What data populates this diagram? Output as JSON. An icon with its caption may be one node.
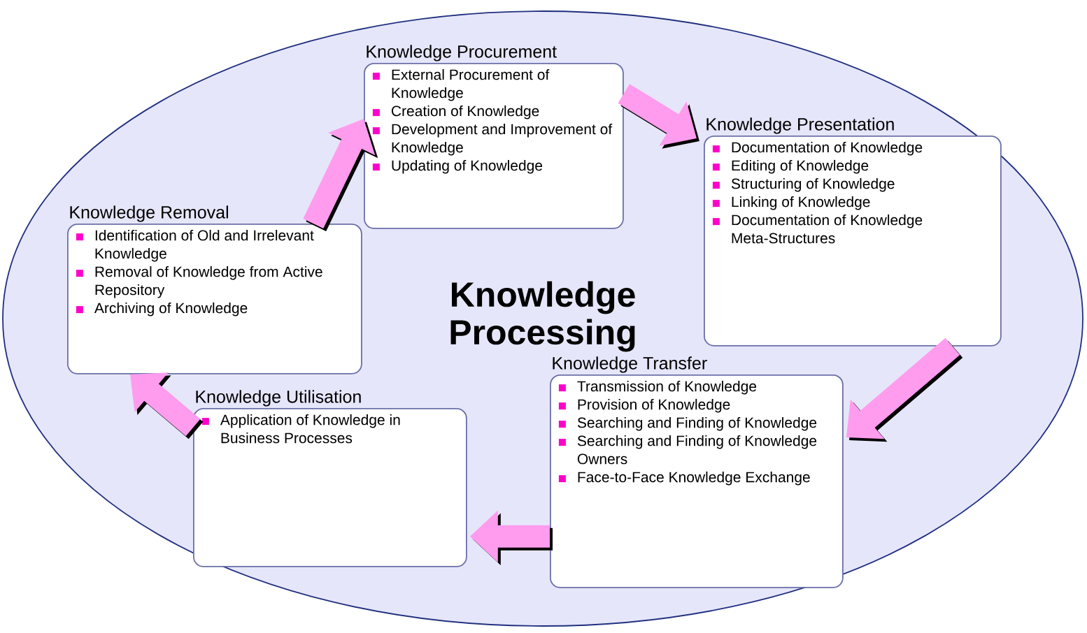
{
  "diagram": {
    "nodes": [
      {
        "text": [
          "Knowledge Processing"
        ]
      },
      {
        "text": [
          "Knowledge Procurement",
          "External Procurement of Knowledge",
          "Creation of Knowledge",
          "Development and Improvement of Knowledge",
          "Updating of Knowledge"
        ],
        "in": 0
      },
      {
        "text": [
          "Knowledge Presentation",
          "Documentation of Knowledge",
          "Editing of Knowledge",
          "Structuring of Knowledge",
          "Linking of Knowledge",
          "Documentation of Knowledge Meta-Structures"
        ],
        "in": 0
      },
      {
        "text": [
          "Knowledge Transfer",
          "Transmission of Knowledge",
          "Provision of Knowledge",
          "Searching and Finding of Knowledge",
          "Searching and Finding of Knowledge Owners",
          "Face-to-Face Knowledge Exchange"
        ],
        "in": 0
      },
      {
        "text": [
          "Knowledge Utilisation",
          "Application of Knowledge in Business Processes"
        ],
        "in": 0
      },
      {
        "text": [
          "Knowledge Removal",
          "Identification of Old and Irrelevant Knowledge",
          "Removal of Knowledge from Active Repository",
          "Archiving of Knowledge"
        ],
        "in": 0
      }
    ],
    "edges": [
      {
        "from": 1,
        "to": 2,
        "arrow": "to"
      },
      {
        "from": 2,
        "to": 3,
        "arrow": "to"
      },
      {
        "from": 3,
        "to": 4,
        "arrow": "to"
      },
      {
        "from": 4,
        "to": 5,
        "arrow": "to"
      },
      {
        "from": 5,
        "to": 1,
        "arrow": "to"
      }
    ]
  }
}
